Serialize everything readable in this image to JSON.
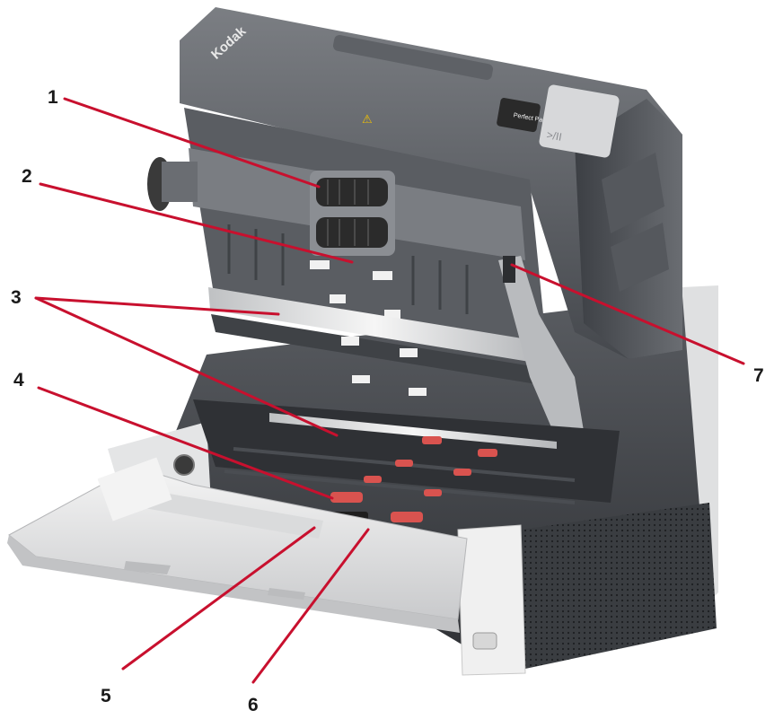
{
  "device": {
    "brand_label": "Kodak",
    "badge_label": "Perfect Page",
    "play_pause_label": ">/II",
    "caution_glyph": "⚠"
  },
  "callouts": [
    {
      "id": "1",
      "label": "1"
    },
    {
      "id": "2",
      "label": "2"
    },
    {
      "id": "3",
      "label": "3"
    },
    {
      "id": "4",
      "label": "4"
    },
    {
      "id": "5",
      "label": "5"
    },
    {
      "id": "6",
      "label": "6"
    },
    {
      "id": "7",
      "label": "7"
    }
  ],
  "colors": {
    "leader": "#c8102e",
    "body_dark": "#4a4d52",
    "body_mid": "#6b6e73",
    "body_light": "#e8e9ea",
    "roller": "#2b2b2b",
    "pad": "#d9534f",
    "glass": "#dcdcdc"
  }
}
